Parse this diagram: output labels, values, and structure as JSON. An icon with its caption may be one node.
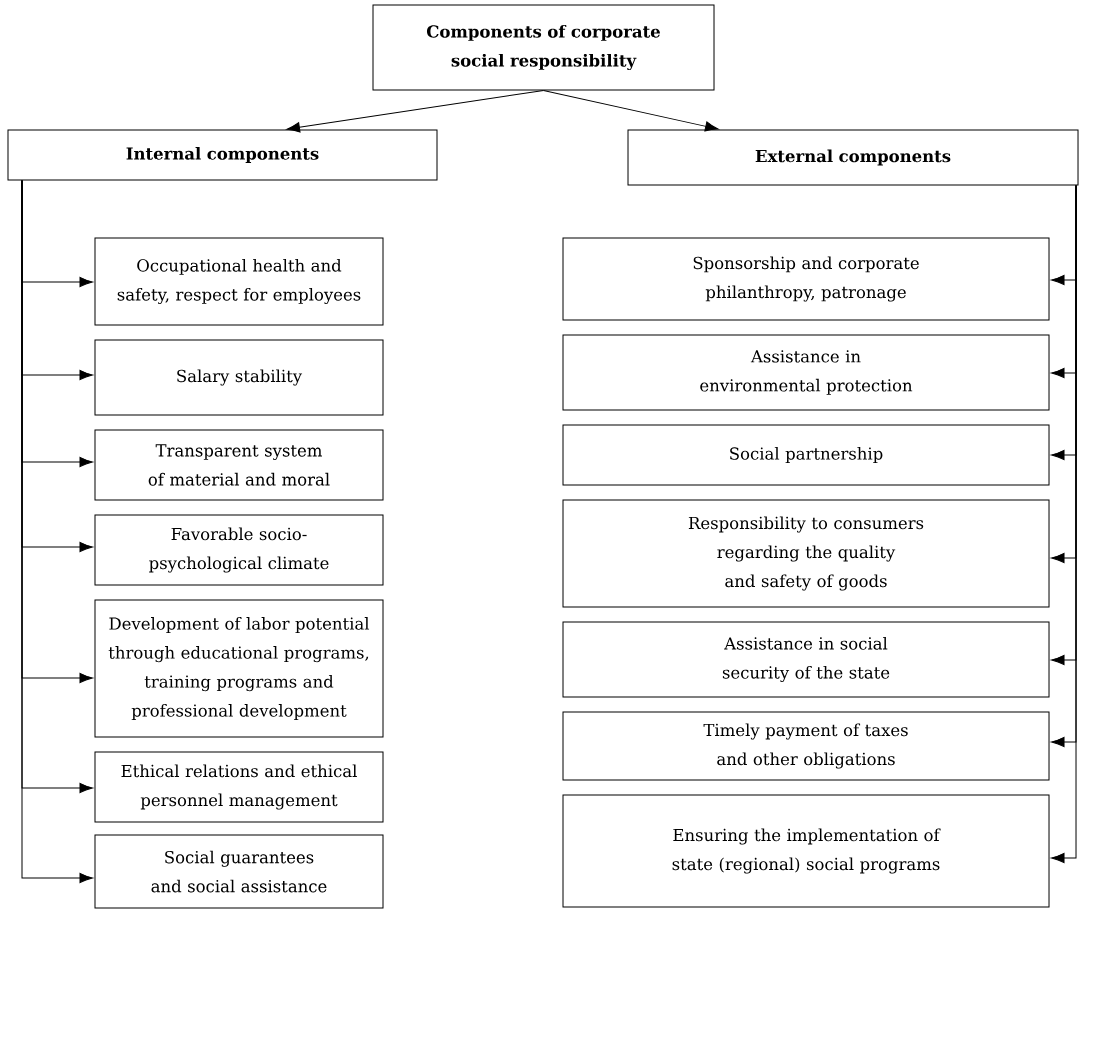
{
  "diagram": {
    "nodes": [
      {
        "text": [
          "Components of corporate social responsibility"
        ]
      },
      {
        "text": [
          "Internal components"
        ]
      },
      {
        "text": [
          "External components"
        ]
      },
      {
        "text": [
          "Occupational health and safety, respect for employees"
        ]
      },
      {
        "text": [
          "Salary stability"
        ]
      },
      {
        "text": [
          "Transparent system of material and moral"
        ]
      },
      {
        "text": [
          "Favorable socio-psychological climate"
        ]
      },
      {
        "text": [
          "Development of labor potential through educational programs, training programs and professional development"
        ]
      },
      {
        "text": [
          "Ethical relations and ethical personnel management"
        ]
      },
      {
        "text": [
          "Social guarantees and social assistance"
        ]
      },
      {
        "text": [
          "Sponsorship and corporate philanthropy, patronage"
        ]
      },
      {
        "text": [
          "Assistance in environmental protection"
        ]
      },
      {
        "text": [
          "Social partnership"
        ]
      },
      {
        "text": [
          "Responsibility to consumers regarding the quality and safety of goods"
        ]
      },
      {
        "text": [
          "Assistance in social security of the state"
        ]
      },
      {
        "text": [
          "Timely payment of taxes and other obligations"
        ]
      },
      {
        "text": [
          "Ensuring the implementation of state (regional) social programs"
        ]
      }
    ],
    "edges": [
      {
        "from": 0,
        "to": 1,
        "arrow": "to"
      },
      {
        "from": 0,
        "to": 2,
        "arrow": "to"
      },
      {
        "from": 1,
        "to": 3,
        "arrow": "to"
      },
      {
        "from": 1,
        "to": 4,
        "arrow": "to"
      },
      {
        "from": 1,
        "to": 5,
        "arrow": "to"
      },
      {
        "from": 1,
        "to": 6,
        "arrow": "to"
      },
      {
        "from": 1,
        "to": 7,
        "arrow": "to"
      },
      {
        "from": 1,
        "to": 8,
        "arrow": "to"
      },
      {
        "from": 1,
        "to": 9,
        "arrow": "to"
      },
      {
        "from": 2,
        "to": 10,
        "arrow": "to"
      },
      {
        "from": 2,
        "to": 11,
        "arrow": "to"
      },
      {
        "from": 2,
        "to": 12,
        "arrow": "to"
      },
      {
        "from": 2,
        "to": 13,
        "arrow": "to"
      },
      {
        "from": 2,
        "to": 14,
        "arrow": "to"
      },
      {
        "from": 2,
        "to": 15,
        "arrow": "to"
      },
      {
        "from": 2,
        "to": 16,
        "arrow": "to"
      }
    ]
  }
}
